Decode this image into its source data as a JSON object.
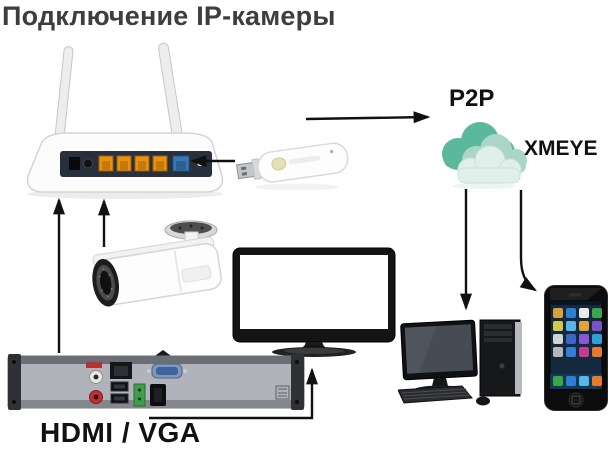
{
  "page": {
    "title": "Подключение IP-камеры"
  },
  "labels": {
    "p2p": "P2P",
    "xmeye": "XMEYE",
    "hdmi_vga": "HDMI / VGA"
  },
  "icons": {
    "router": "wifi-router-icon",
    "dongle": "usb-wifi-dongle-icon",
    "camera": "ip-camera-icon",
    "dvr": "nvr-recorder-icon",
    "monitor": "monitor-icon",
    "cloud": "cloud-icon",
    "computer": "desktop-computer-icon",
    "phone": "smartphone-icon"
  },
  "colors": {
    "title_text": "#3e3e3e",
    "label_text": "#111111",
    "arrow": "#111111",
    "cloud_back": "#5ab89d",
    "cloud_mid": "#a9d6c7",
    "cloud_front": "#e0efe9",
    "lan_port_orange": "#e8920f",
    "wan_port_blue": "#3a78b5",
    "rca_red": "#c22f2f",
    "terminal_green": "#3f9e4a",
    "vga_blue": "#7f98ba"
  },
  "diagram": {
    "nodes": [
      "wifi-router",
      "usb-wifi-dongle",
      "ip-camera",
      "nvr-recorder",
      "monitor",
      "p2p-cloud",
      "desktop-computer",
      "smartphone"
    ],
    "connections": [
      {
        "from": "usb-wifi-dongle",
        "to": "wifi-router"
      },
      {
        "from": "usb-wifi-dongle",
        "to": "p2p-cloud",
        "label": "P2P"
      },
      {
        "from": "ip-camera",
        "to": "wifi-router"
      },
      {
        "from": "nvr-recorder",
        "to": "wifi-router"
      },
      {
        "from": "nvr-recorder",
        "to": "monitor",
        "label": "HDMI / VGA"
      },
      {
        "from": "p2p-cloud",
        "to": "desktop-computer"
      },
      {
        "from": "p2p-cloud",
        "to": "smartphone",
        "label": "XMEYE"
      }
    ]
  }
}
